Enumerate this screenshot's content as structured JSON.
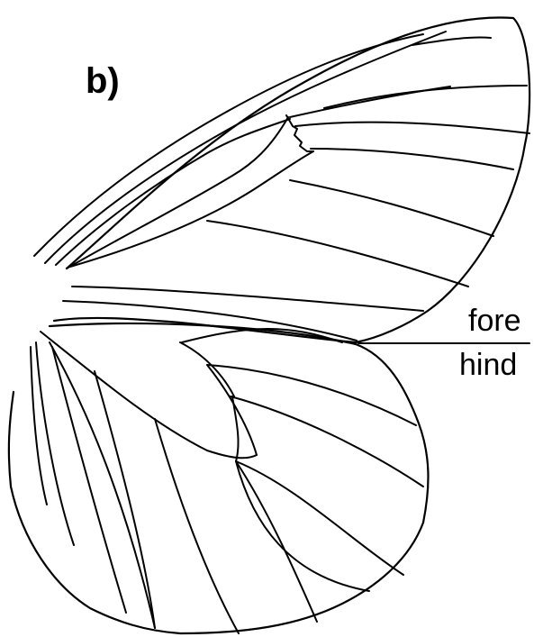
{
  "panel_label": "b)",
  "labels": {
    "fore": "fore",
    "hind": "hind"
  }
}
